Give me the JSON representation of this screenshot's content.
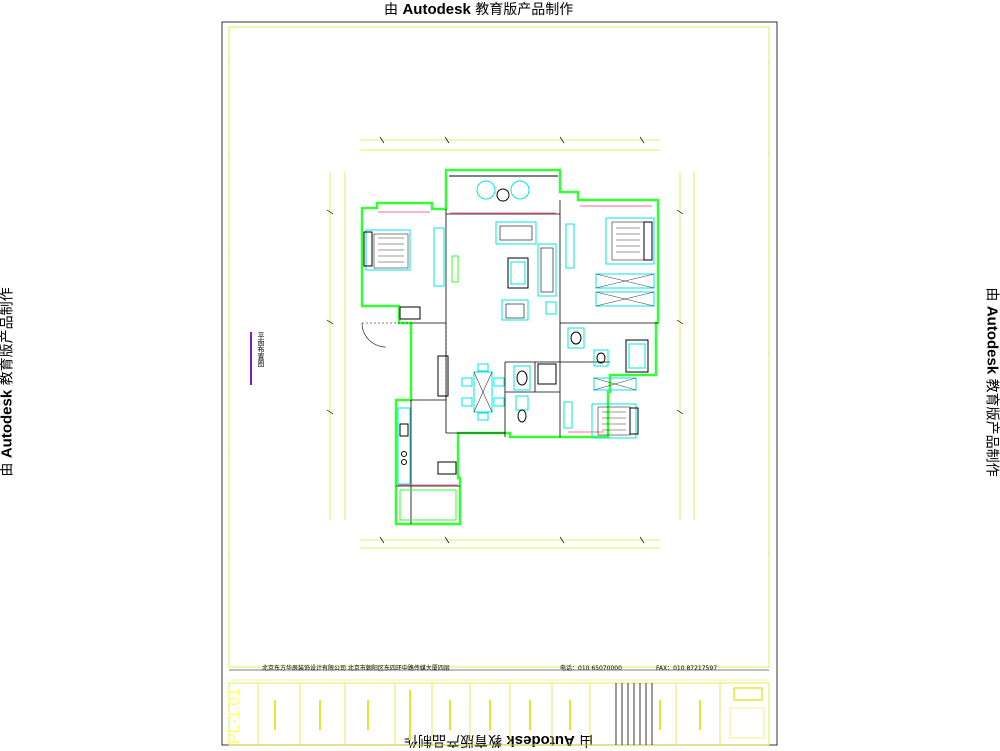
{
  "watermark": {
    "prefix": "由 ",
    "brand": "Autodesk",
    "suffix": " 教育版产品制作"
  },
  "drawing": {
    "plan_title": "平面布置图",
    "sheet_number": "PL-1.01",
    "company_line": "北京东方华辰装饰设计有限公司 北京市朝阳区东四环中路传媒大厦四层",
    "phone_label": "电话：010  65070000",
    "fax_label": "FAX：010  87217597"
  },
  "colors": {
    "wall": "#33ff33",
    "furniture": "#00e5e5",
    "frame": "#e5e533",
    "line": "#000000",
    "accent": "#8b1aa8",
    "window": "#ff99cc"
  }
}
